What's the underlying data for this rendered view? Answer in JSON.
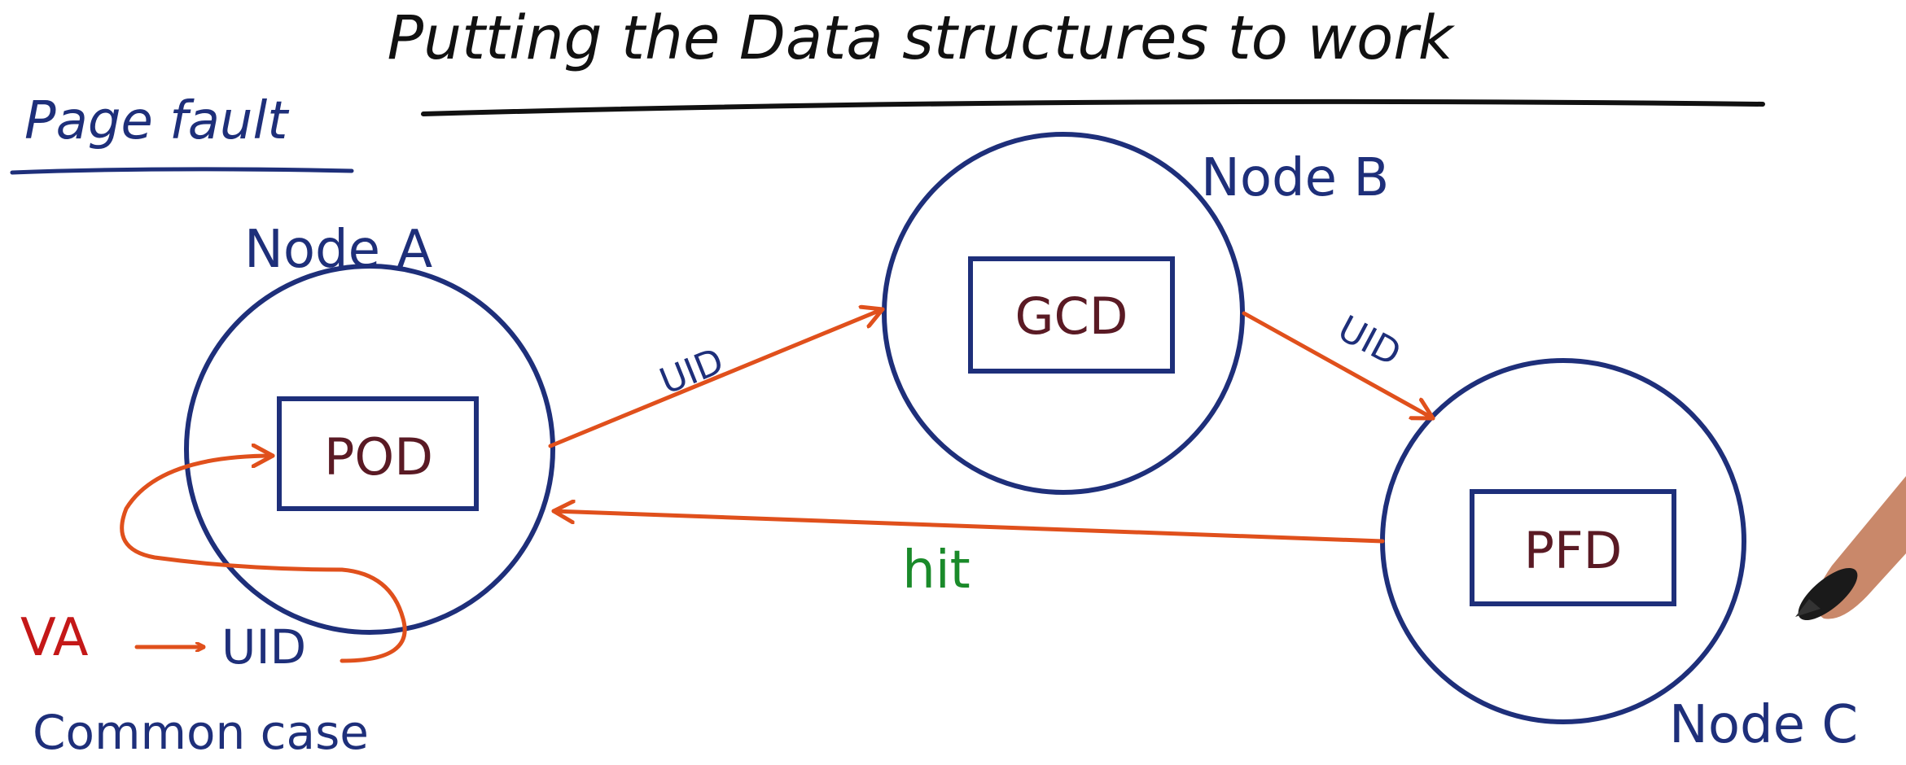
{
  "title": "Putting the Data structures to work",
  "subtitle": "Page fault",
  "nodes": [
    {
      "label": "Node A",
      "box": "POD"
    },
    {
      "label": "Node B",
      "box": "GCD"
    },
    {
      "label": "Node C",
      "box": "PFD"
    }
  ],
  "edges": [
    {
      "from": "Node A",
      "to": "Node B",
      "label": "UID"
    },
    {
      "from": "Node B",
      "to": "Node C",
      "label": "UID"
    },
    {
      "from": "Node C",
      "to": "Node A",
      "label": "hit"
    }
  ],
  "lookup": {
    "va": "VA",
    "uid": "UID"
  },
  "common_case": "Common case",
  "colors": {
    "ink_blue": "#1e2f7a",
    "box_text": "#5a1a24",
    "arrow": "#e0501c",
    "hit": "#1a8a2a",
    "va": "#c41818",
    "title": "#111111"
  }
}
